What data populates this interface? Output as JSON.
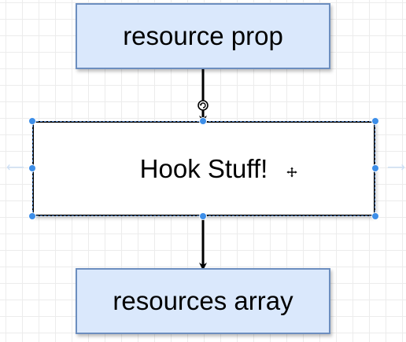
{
  "diagram": {
    "nodes": {
      "resource_prop": {
        "label": "resource prop",
        "fill": "#dae8fc",
        "stroke": "#6c8ebf"
      },
      "hook_stuff": {
        "label": "Hook Stuff!",
        "fill": "#ffffff",
        "stroke": "#000000",
        "selected": true
      },
      "resources_array": {
        "label": "resources array",
        "fill": "#dae8fc",
        "stroke": "#6c8ebf"
      }
    },
    "edges": [
      {
        "from": "resource prop",
        "to": "Hook Stuff!"
      },
      {
        "from": "Hook Stuff!",
        "to": "resources array"
      }
    ],
    "selection": {
      "handle_color": "#3d8ee8"
    },
    "icons": [
      "rotate-handle-icon",
      "move-cursor-icon",
      "connect-arrow-left-icon",
      "connect-arrow-right-icon"
    ]
  }
}
